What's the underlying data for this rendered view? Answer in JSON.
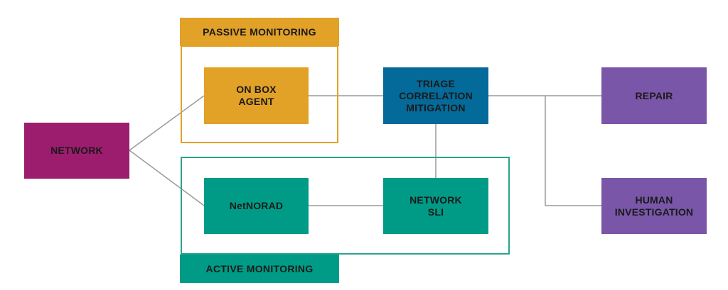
{
  "colors": {
    "network": "#9c1d6d",
    "passive": "#e2a127",
    "triage": "#046a9a",
    "repair": "#7a56a8",
    "active": "#009b86",
    "active_border": "#2aa38e",
    "connector": "#9a9a9a"
  },
  "groups": {
    "passive_monitoring": {
      "title": "PASSIVE MONITORING"
    },
    "active_monitoring": {
      "title": "ACTIVE MONITORING"
    }
  },
  "nodes": {
    "network": {
      "label": "NETWORK"
    },
    "on_box_agent": {
      "label": "ON BOX\nAGENT"
    },
    "triage": {
      "label": "TRIAGE\nCORRELATION\nMITIGATION"
    },
    "repair": {
      "label": "REPAIR"
    },
    "netnorad": {
      "label": "NetNORAD"
    },
    "network_sli": {
      "label": "NETWORK\nSLI"
    },
    "human_investigation": {
      "label": "HUMAN\nINVESTIGATION"
    }
  }
}
